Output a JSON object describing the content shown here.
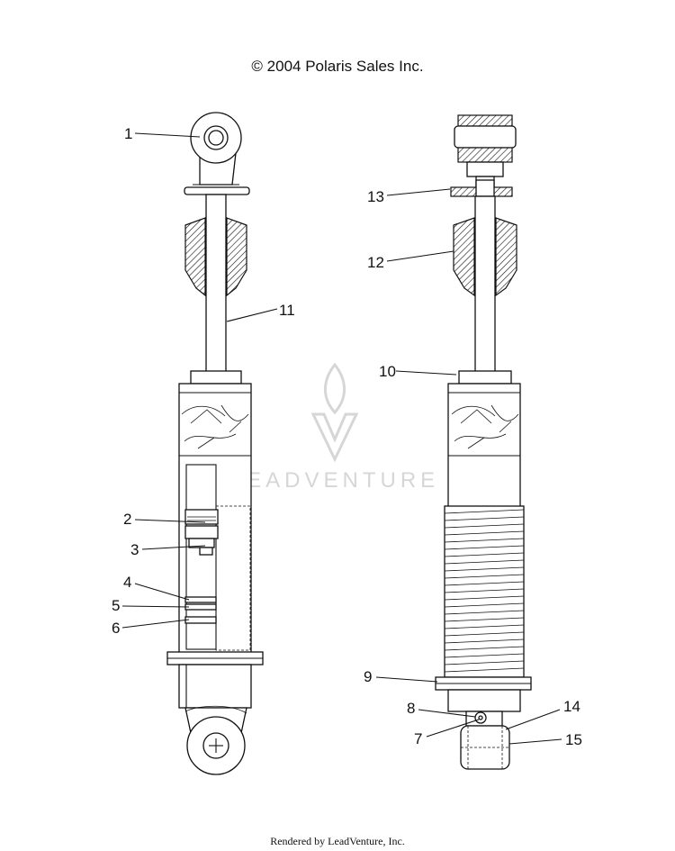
{
  "copyright": "© 2004 Polaris Sales Inc.",
  "watermark": "LEADVENTURE",
  "footer": "Rendered by LeadVenture, Inc.",
  "callouts": [
    "1",
    "2",
    "3",
    "4",
    "5",
    "6",
    "7",
    "8",
    "9",
    "10",
    "11",
    "12",
    "13",
    "14",
    "15"
  ],
  "colors": {
    "line": "#111111",
    "watermark": "#d6d6d6"
  }
}
